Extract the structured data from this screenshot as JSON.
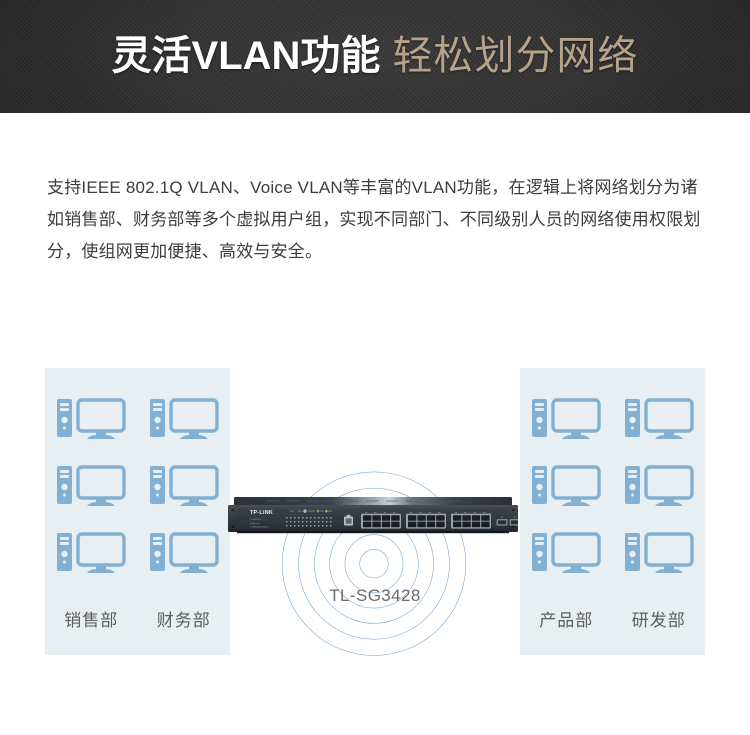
{
  "header": {
    "title_strong": "灵活VLAN功能",
    "title_accent": "轻松划分网络",
    "accent_color": "#b4a389",
    "background_color": "#2f2f2f"
  },
  "intro": {
    "paragraph": "支持IEEE 802.1Q VLAN、Voice VLAN等丰富的VLAN功能，在逻辑上将网络划分为诸如销售部、财务部等多个虚拟用户组，实现不同部门、不同级别人员的网络使用权限划分，使组网更加便捷、高效与安全。"
  },
  "diagram": {
    "panel_color": "#e7eff2",
    "icon_color": "#82b0d2",
    "ring_color": "#5b97c9",
    "device_label": "TL-SG3428",
    "left_group": {
      "departments": [
        {
          "label": "销售部",
          "computer_count": 3
        },
        {
          "label": "财务部",
          "computer_count": 3
        }
      ]
    },
    "right_group": {
      "departments": [
        {
          "label": "产品部",
          "computer_count": 3
        },
        {
          "label": "研发部",
          "computer_count": 3
        }
      ]
    },
    "device": {
      "brand": "TP-LINK",
      "model": "TL-SG3428",
      "model_sublabel": "JetStream",
      "type_sublabel": "24-Port Gigabit",
      "class_sublabel": "L2 Managed Switch",
      "rj45_port_count": 24,
      "sfp_port_count": 4,
      "console_port_count": 1,
      "ring_count": 6
    }
  }
}
